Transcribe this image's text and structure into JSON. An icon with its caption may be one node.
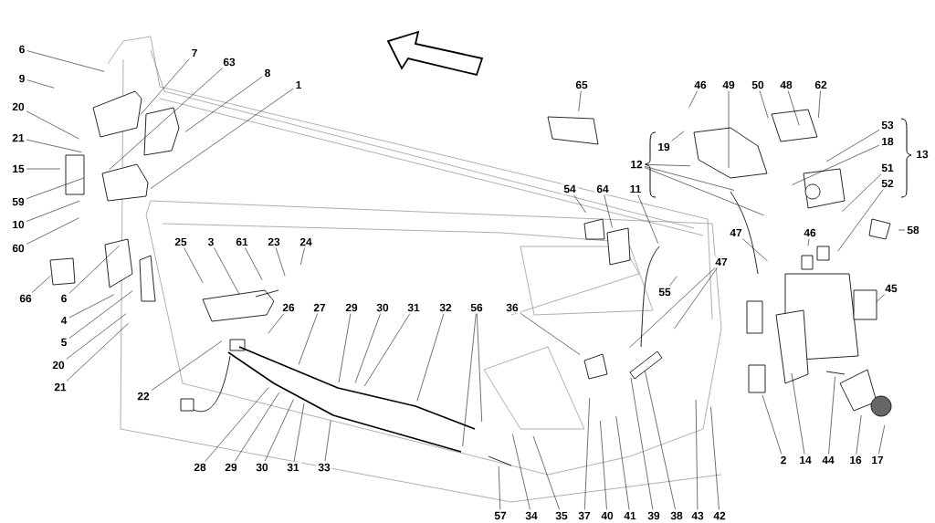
{
  "diagram": {
    "nodes": [
      {
        "text": [
          "6"
        ]
      },
      {
        "text": [
          "9"
        ]
      },
      {
        "text": [
          "7"
        ]
      },
      {
        "text": [
          "63"
        ]
      },
      {
        "text": [
          "8"
        ]
      },
      {
        "text": [
          "1"
        ]
      },
      {
        "text": [
          "20"
        ]
      },
      {
        "text": [
          "21"
        ]
      },
      {
        "text": [
          "15"
        ]
      },
      {
        "text": [
          "59"
        ]
      },
      {
        "text": [
          "10"
        ]
      },
      {
        "text": [
          "60"
        ]
      },
      {
        "text": [
          "66"
        ]
      },
      {
        "text": [
          "6"
        ]
      },
      {
        "text": [
          "4"
        ]
      },
      {
        "text": [
          "5"
        ]
      },
      {
        "text": [
          "20"
        ]
      },
      {
        "text": [
          "21"
        ]
      },
      {
        "text": [
          "22"
        ]
      },
      {
        "text": [
          "25"
        ]
      },
      {
        "text": [
          "3"
        ]
      },
      {
        "text": [
          "61"
        ]
      },
      {
        "text": [
          "23"
        ]
      },
      {
        "text": [
          "24"
        ]
      },
      {
        "text": [
          "26"
        ]
      },
      {
        "text": [
          "27"
        ]
      },
      {
        "text": [
          "29"
        ]
      },
      {
        "text": [
          "30"
        ]
      },
      {
        "text": [
          "31"
        ]
      },
      {
        "text": [
          "32"
        ]
      },
      {
        "text": [
          "56"
        ]
      },
      {
        "text": [
          "36"
        ]
      },
      {
        "text": [
          "28"
        ]
      },
      {
        "text": [
          "29"
        ]
      },
      {
        "text": [
          "30"
        ]
      },
      {
        "text": [
          "31"
        ]
      },
      {
        "text": [
          "33"
        ]
      },
      {
        "text": [
          "57"
        ]
      },
      {
        "text": [
          "34"
        ]
      },
      {
        "text": [
          "35"
        ]
      },
      {
        "text": [
          "37"
        ]
      },
      {
        "text": [
          "40"
        ]
      },
      {
        "text": [
          "41"
        ]
      },
      {
        "text": [
          "39"
        ]
      },
      {
        "text": [
          "38"
        ]
      },
      {
        "text": [
          "43"
        ]
      },
      {
        "text": [
          "42"
        ]
      },
      {
        "text": [
          "2"
        ]
      },
      {
        "text": [
          "14"
        ]
      },
      {
        "text": [
          "44"
        ]
      },
      {
        "text": [
          "16"
        ]
      },
      {
        "text": [
          "17"
        ]
      },
      {
        "text": [
          "45"
        ]
      },
      {
        "text": [
          "65"
        ]
      },
      {
        "text": [
          "46"
        ]
      },
      {
        "text": [
          "49"
        ]
      },
      {
        "text": [
          "50"
        ]
      },
      {
        "text": [
          "48"
        ]
      },
      {
        "text": [
          "62"
        ]
      },
      {
        "text": [
          "19"
        ]
      },
      {
        "text": [
          "12"
        ]
      },
      {
        "text": [
          "53"
        ]
      },
      {
        "text": [
          "18"
        ]
      },
      {
        "text": [
          "13"
        ]
      },
      {
        "text": [
          "51"
        ]
      },
      {
        "text": [
          "52"
        ]
      },
      {
        "text": [
          "58"
        ]
      },
      {
        "text": [
          "54"
        ]
      },
      {
        "text": [
          "64"
        ]
      },
      {
        "text": [
          "11"
        ]
      },
      {
        "text": [
          "47"
        ]
      },
      {
        "text": [
          "46"
        ]
      },
      {
        "text": [
          "47"
        ]
      },
      {
        "text": [
          "55"
        ]
      }
    ],
    "edges": [
      {
        "from": 0,
        "to": null,
        "arrow": "none"
      },
      {
        "from": 1,
        "to": null,
        "arrow": "none"
      },
      {
        "from": 2,
        "to": null,
        "arrow": "none"
      },
      {
        "from": 3,
        "to": null,
        "arrow": "none"
      },
      {
        "from": 4,
        "to": null,
        "arrow": "none"
      },
      {
        "from": 5,
        "to": null,
        "arrow": "none"
      },
      {
        "from": 6,
        "to": null,
        "arrow": "none"
      },
      {
        "from": 7,
        "to": null,
        "arrow": "none"
      },
      {
        "from": 8,
        "to": null,
        "arrow": "none"
      },
      {
        "from": 9,
        "to": null,
        "arrow": "none"
      },
      {
        "from": 10,
        "to": null,
        "arrow": "none"
      },
      {
        "from": 11,
        "to": null,
        "arrow": "none"
      },
      {
        "from": 12,
        "to": null,
        "arrow": "none"
      },
      {
        "from": 13,
        "to": null,
        "arrow": "none"
      },
      {
        "from": 14,
        "to": null,
        "arrow": "none"
      },
      {
        "from": 15,
        "to": null,
        "arrow": "none"
      },
      {
        "from": 16,
        "to": null,
        "arrow": "none"
      },
      {
        "from": 17,
        "to": null,
        "arrow": "none"
      },
      {
        "from": 18,
        "to": null,
        "arrow": "none"
      },
      {
        "from": 19,
        "to": null,
        "arrow": "none"
      },
      {
        "from": 20,
        "to": null,
        "arrow": "none"
      },
      {
        "from": 21,
        "to": null,
        "arrow": "none"
      },
      {
        "from": 22,
        "to": null,
        "arrow": "none"
      },
      {
        "from": 23,
        "to": null,
        "arrow": "none"
      },
      {
        "from": 24,
        "to": null,
        "arrow": "none"
      },
      {
        "from": 25,
        "to": null,
        "arrow": "none"
      },
      {
        "from": 26,
        "to": null,
        "arrow": "none"
      },
      {
        "from": 27,
        "to": null,
        "arrow": "none"
      },
      {
        "from": 28,
        "to": null,
        "arrow": "none"
      },
      {
        "from": 29,
        "to": null,
        "arrow": "none"
      },
      {
        "from": 30,
        "to": null,
        "arrow": "none"
      },
      {
        "from": 30,
        "to": null,
        "arrow": "none"
      },
      {
        "from": 31,
        "to": null,
        "arrow": "none"
      },
      {
        "from": 32,
        "to": null,
        "arrow": "none"
      },
      {
        "from": 33,
        "to": null,
        "arrow": "none"
      },
      {
        "from": 34,
        "to": null,
        "arrow": "none"
      },
      {
        "from": 35,
        "to": null,
        "arrow": "none"
      },
      {
        "from": 36,
        "to": null,
        "arrow": "none"
      },
      {
        "from": 37,
        "to": null,
        "arrow": "none"
      },
      {
        "from": 38,
        "to": null,
        "arrow": "none"
      },
      {
        "from": 39,
        "to": null,
        "arrow": "none"
      },
      {
        "from": 40,
        "to": null,
        "arrow": "none"
      },
      {
        "from": 41,
        "to": null,
        "arrow": "none"
      },
      {
        "from": 42,
        "to": null,
        "arrow": "none"
      },
      {
        "from": 43,
        "to": null,
        "arrow": "none"
      },
      {
        "from": 44,
        "to": null,
        "arrow": "none"
      },
      {
        "from": 45,
        "to": null,
        "arrow": "none"
      },
      {
        "from": 46,
        "to": null,
        "arrow": "none"
      },
      {
        "from": 47,
        "to": null,
        "arrow": "none"
      },
      {
        "from": 48,
        "to": null,
        "arrow": "none"
      },
      {
        "from": 49,
        "to": null,
        "arrow": "none"
      },
      {
        "from": 50,
        "to": null,
        "arrow": "none"
      },
      {
        "from": 51,
        "to": null,
        "arrow": "none"
      },
      {
        "from": 52,
        "to": null,
        "arrow": "none"
      },
      {
        "from": 53,
        "to": null,
        "arrow": "none"
      },
      {
        "from": 54,
        "to": null,
        "arrow": "none"
      },
      {
        "from": 55,
        "to": null,
        "arrow": "none"
      },
      {
        "from": 56,
        "to": null,
        "arrow": "none"
      },
      {
        "from": 57,
        "to": null,
        "arrow": "none"
      },
      {
        "from": 58,
        "to": null,
        "arrow": "none"
      },
      {
        "from": 59,
        "to": null,
        "arrow": "none"
      },
      {
        "from": 60,
        "to": null,
        "arrow": "none"
      },
      {
        "from": 60,
        "to": null,
        "arrow": "none"
      },
      {
        "from": 60,
        "to": null,
        "arrow": "none"
      },
      {
        "from": 61,
        "to": null,
        "arrow": "none"
      },
      {
        "from": 62,
        "to": null,
        "arrow": "none"
      },
      {
        "from": 64,
        "to": null,
        "arrow": "none"
      },
      {
        "from": 65,
        "to": null,
        "arrow": "none"
      },
      {
        "from": 66,
        "to": null,
        "arrow": "none"
      },
      {
        "from": 67,
        "to": null,
        "arrow": "none"
      },
      {
        "from": 68,
        "to": null,
        "arrow": "none"
      },
      {
        "from": 69,
        "to": null,
        "arrow": "none"
      },
      {
        "from": 70,
        "to": null,
        "arrow": "none"
      },
      {
        "from": 71,
        "to": null,
        "arrow": "none"
      },
      {
        "from": 72,
        "to": null,
        "arrow": "none"
      },
      {
        "from": 72,
        "to": null,
        "arrow": "none"
      },
      {
        "from": 73,
        "to": null,
        "arrow": "none"
      }
    ]
  }
}
